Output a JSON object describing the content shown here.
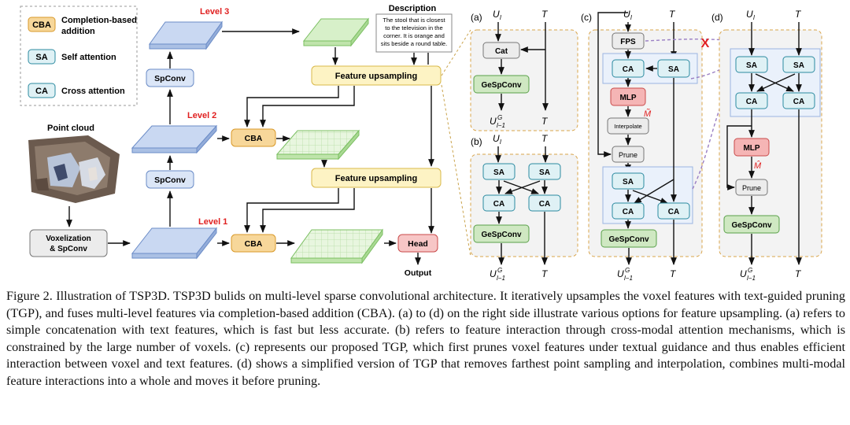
{
  "legend": {
    "items": [
      {
        "code": "CBA",
        "text_lines": [
          "Completion-based",
          "addition"
        ],
        "color": "#f7d79a",
        "stroke": "#d99a2b"
      },
      {
        "code": "SA",
        "text_lines": [
          "Self attention"
        ],
        "color": "#dff1f5",
        "stroke": "#2b8aa0"
      },
      {
        "code": "CA",
        "text_lines": [
          "Cross attention"
        ],
        "color": "#dff1f5",
        "stroke": "#2b8aa0"
      }
    ]
  },
  "pipeline": {
    "level3": "Level 3",
    "level2": "Level 2",
    "level1": "Level 1",
    "point_cloud": "Point cloud",
    "voxelization": [
      "Voxelization",
      "& SpConv"
    ],
    "spconv": "SpConv",
    "cba": "CBA",
    "feature_upsampling": "Feature upsampling",
    "head": "Head",
    "output": "Output",
    "description_title": "Description",
    "description_lines": [
      "The stool that is closest",
      "to the television in the",
      "corner. It is orange and",
      "sits beside a round table."
    ]
  },
  "panels": {
    "a": {
      "label": "(a)",
      "cat": "Cat",
      "gespconv": "GeSpConv"
    },
    "b": {
      "label": "(b)",
      "sa": "SA",
      "ca": "CA",
      "gespconv": "GeSpConv"
    },
    "c": {
      "label": "(c)",
      "fps": "FPS",
      "sa": "SA",
      "ca": "CA",
      "mlp": "MLP",
      "interpolate": "Interpolate",
      "prune": "Prune",
      "gespconv": "GeSpConv",
      "m_tilde": "M̃",
      "x_mark": "X"
    },
    "d": {
      "label": "(d)",
      "sa": "SA",
      "ca": "CA",
      "mlp": "MLP",
      "prune": "Prune",
      "gespconv": "GeSpConv",
      "m_hat": "M̂"
    },
    "symbols": {
      "u": "U",
      "u_sub": "l",
      "t": "T",
      "out_sup": "G",
      "out_sub": "l−1"
    }
  },
  "colors": {
    "red": "#e02020",
    "gray_box": "#ececec",
    "panel_bg": "#f3f3f3",
    "panel_border": "#d9a44a",
    "spconv_fill": "#dbe6f7",
    "spconv_stroke": "#6b8cc7",
    "upsampling_fill": "#fdf3c4",
    "upsampling_stroke": "#d9b84a",
    "gespconv_fill": "#cfe8c2",
    "gespconv_stroke": "#5aa14a",
    "mlp_fill": "#f5b5b5",
    "mlp_stroke": "#c94a4a",
    "head_fill": "#f7c6c6",
    "voxel_fill": "#c9d8f2",
    "green_voxel_fill": "#d7f0c9",
    "purple_dash": "#9a7fc4"
  },
  "caption": {
    "text": "Figure 2. Illustration of TSP3D. TSP3D bulids on multi-level sparse convolutional architecture. It iteratively upsamples the voxel features with text-guided pruning (TGP), and fuses multi-level features via completion-based addition (CBA). (a) to (d) on the right side illustrate various options for feature upsampling. (a) refers to simple concatenation with text features, which is fast but less accurate. (b) refers to feature interaction through cross-modal attention mechanisms, which is constrained by the large number of voxels. (c) represents our proposed TGP, which first prunes voxel features under textual guidance and thus enables efficient interaction between voxel and text features. (d) shows a simplified version of TGP that removes farthest point sampling and interpolation, combines multi-modal feature interactions into a whole and moves it before pruning."
  }
}
